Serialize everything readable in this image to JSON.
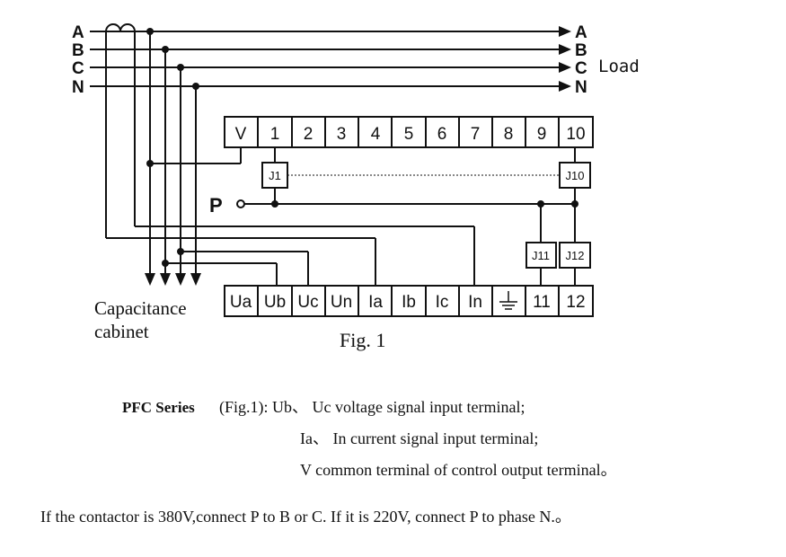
{
  "phases_left": [
    "A",
    "B",
    "C",
    "N"
  ],
  "phases_right": [
    "A",
    "B",
    "C",
    "N"
  ],
  "load_label": "Load",
  "top_terminals": [
    "V",
    "1",
    "2",
    "3",
    "4",
    "5",
    "6",
    "7",
    "8",
    "9",
    "10"
  ],
  "bottom_terminals": [
    "Ua",
    "Ub",
    "Uc",
    "Un",
    "Ia",
    "Ib",
    "Ic",
    "In",
    "",
    "11",
    "12"
  ],
  "relays": {
    "j1": "J1",
    "j10": "J10",
    "j11": "J11",
    "j12": "J12"
  },
  "p_label": "P",
  "capacitance_label_1": "Capacitance",
  "capacitance_label_2": "cabinet",
  "figure_label": "Fig. 1",
  "desc": {
    "series": "PFC Series",
    "line1": "(Fig.1): Ub、 Uc voltage signal input terminal;",
    "line2": "Ia、 In  current signal input terminal;",
    "line3": "V common terminal of control output terminal。"
  },
  "note": "If the contactor is 380V,connect P to B or C. If it is 220V, connect P to phase N.。",
  "colors": {
    "line": "#111111",
    "background": "#ffffff"
  }
}
